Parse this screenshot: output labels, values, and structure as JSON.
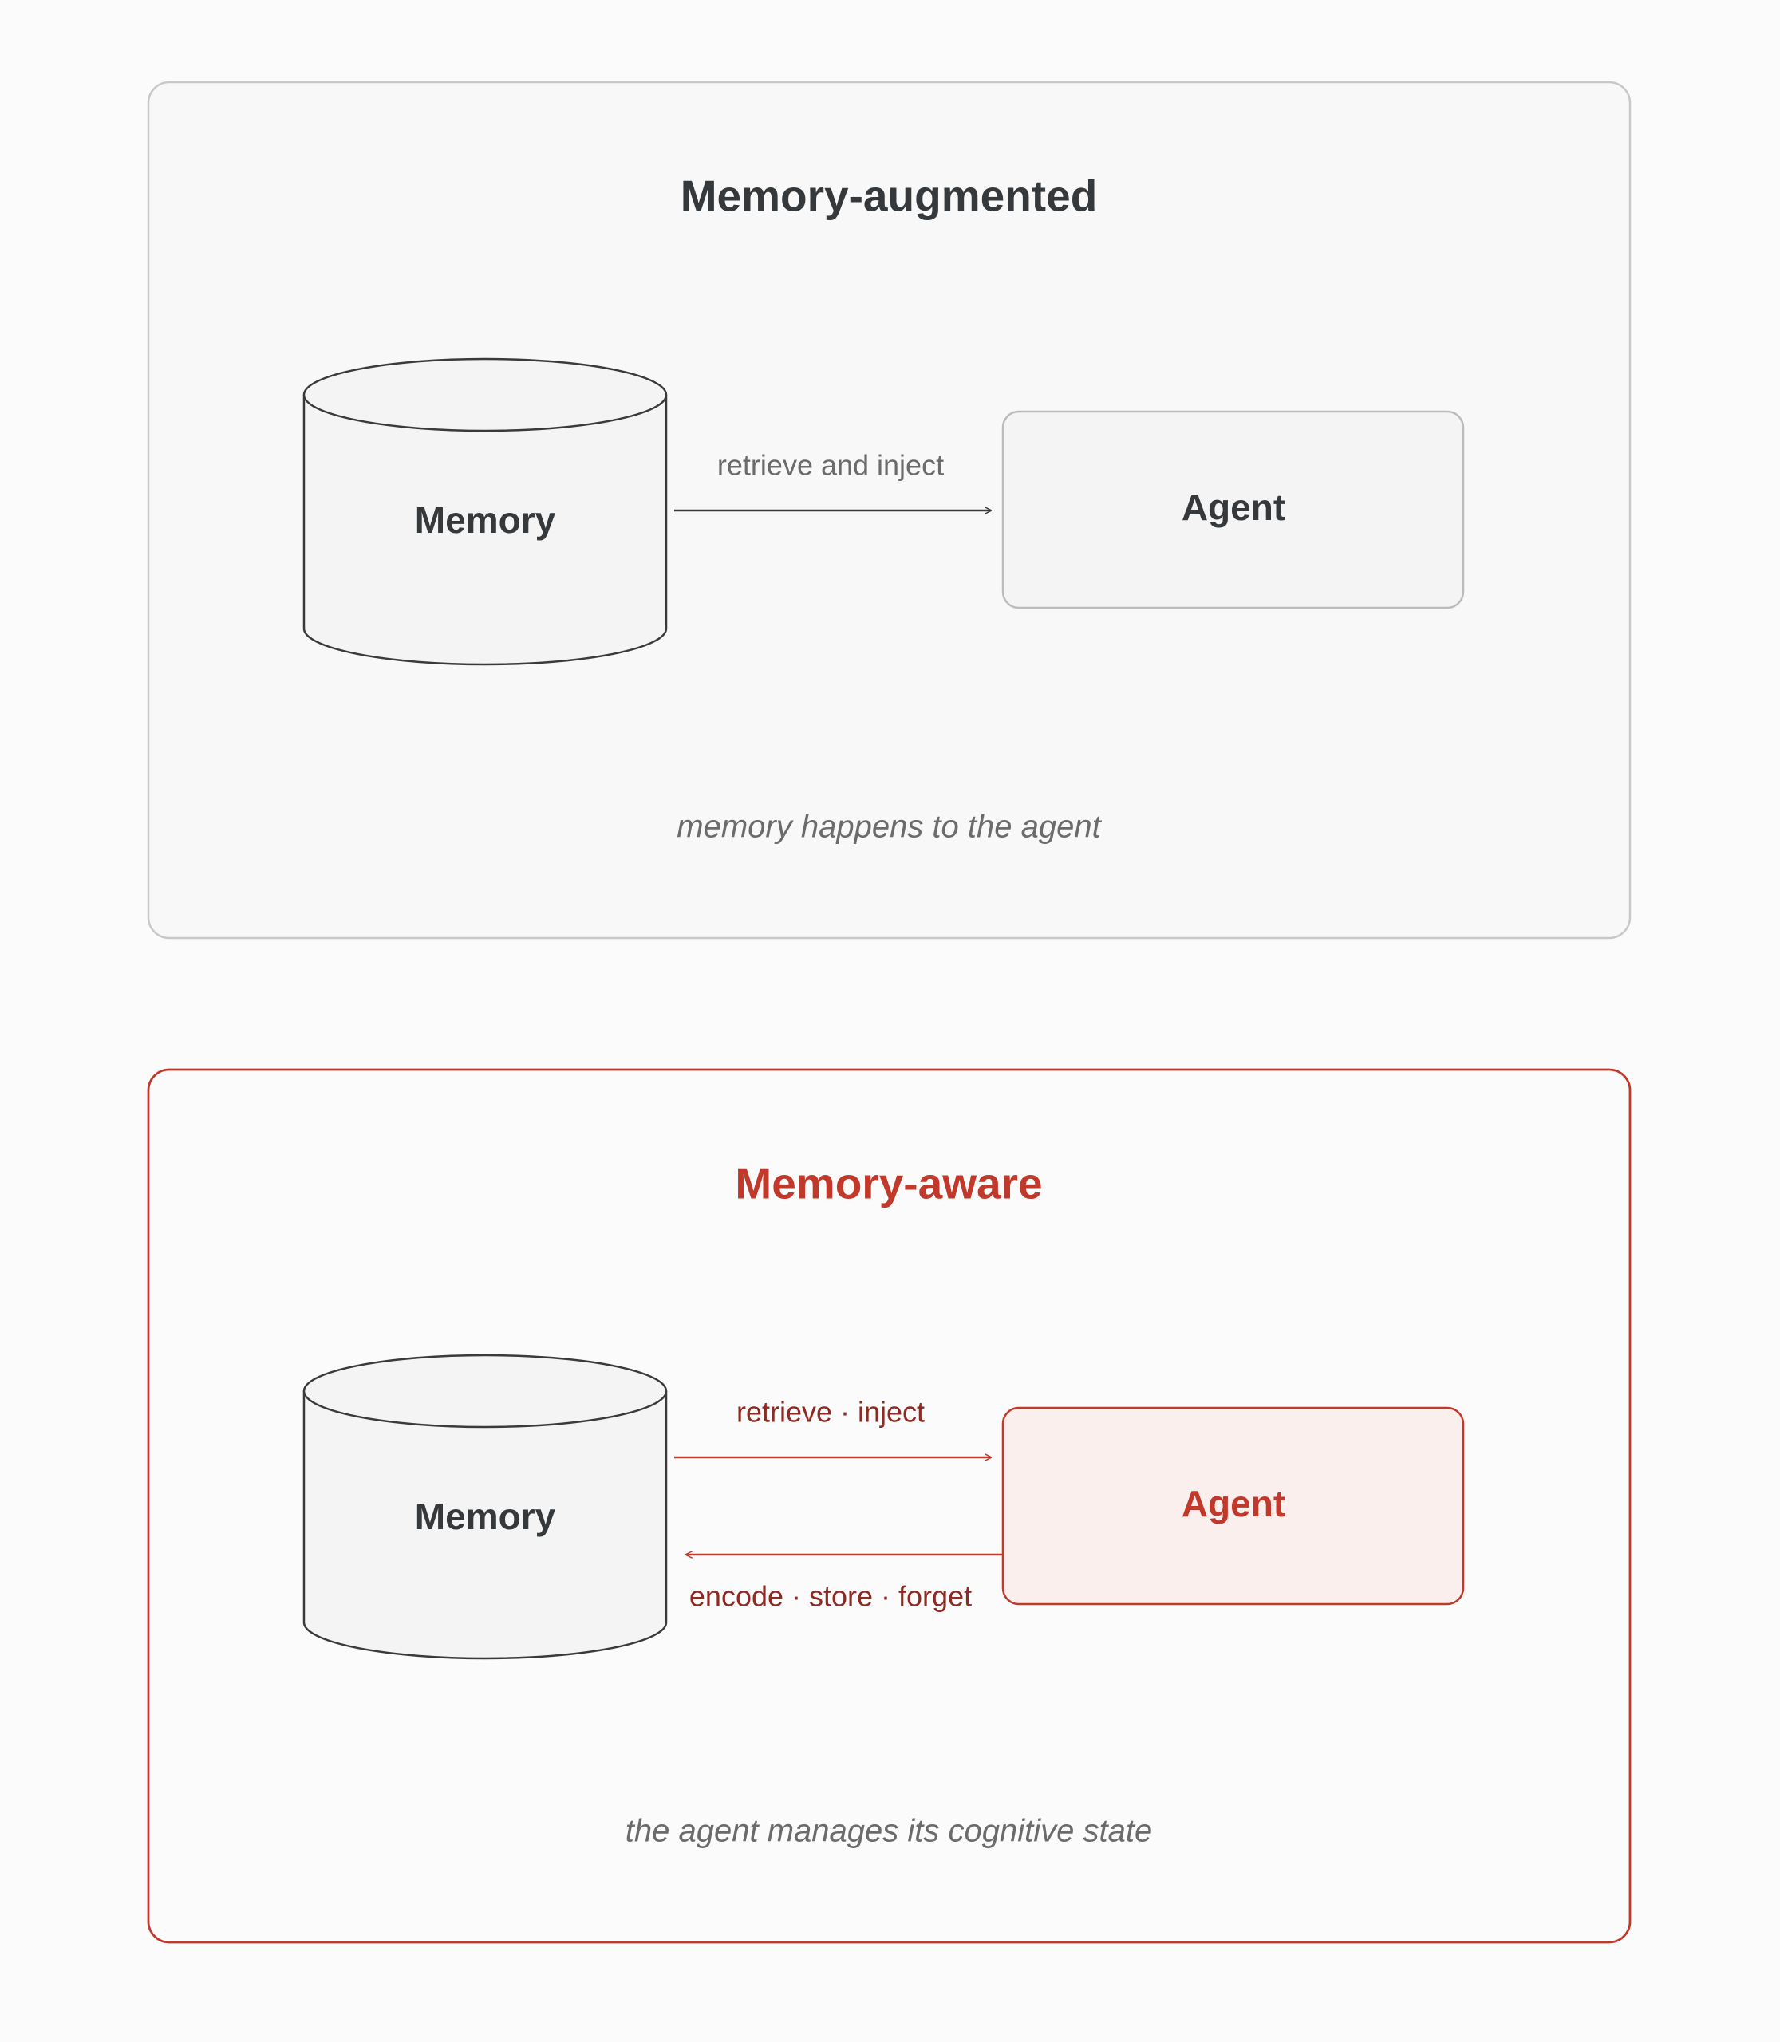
{
  "colors": {
    "page_background": "#fbfbfb",
    "neutral_panel_fill": "#f8f8f8",
    "neutral_panel_border": "#c8c8c8",
    "accent": "#c0392b",
    "accent_dark": "#8e2a22",
    "accent_fill": "#fbefee",
    "node_fill": "#f4f4f4",
    "node_border": "#3a3a3a",
    "text_dark": "#35393b",
    "text_muted": "#6b6b6b"
  },
  "panels": [
    {
      "title": "Memory-augmented",
      "memory_label": "Memory",
      "agent_label": "Agent",
      "forward_edge_label": "retrieve and inject",
      "caption": "memory happens to the agent"
    },
    {
      "title": "Memory-aware",
      "memory_label": "Memory",
      "agent_label": "Agent",
      "forward_edge_label": "retrieve · inject",
      "backward_edge_label": "encode · store · forget",
      "caption": "the agent manages its cognitive state"
    }
  ]
}
